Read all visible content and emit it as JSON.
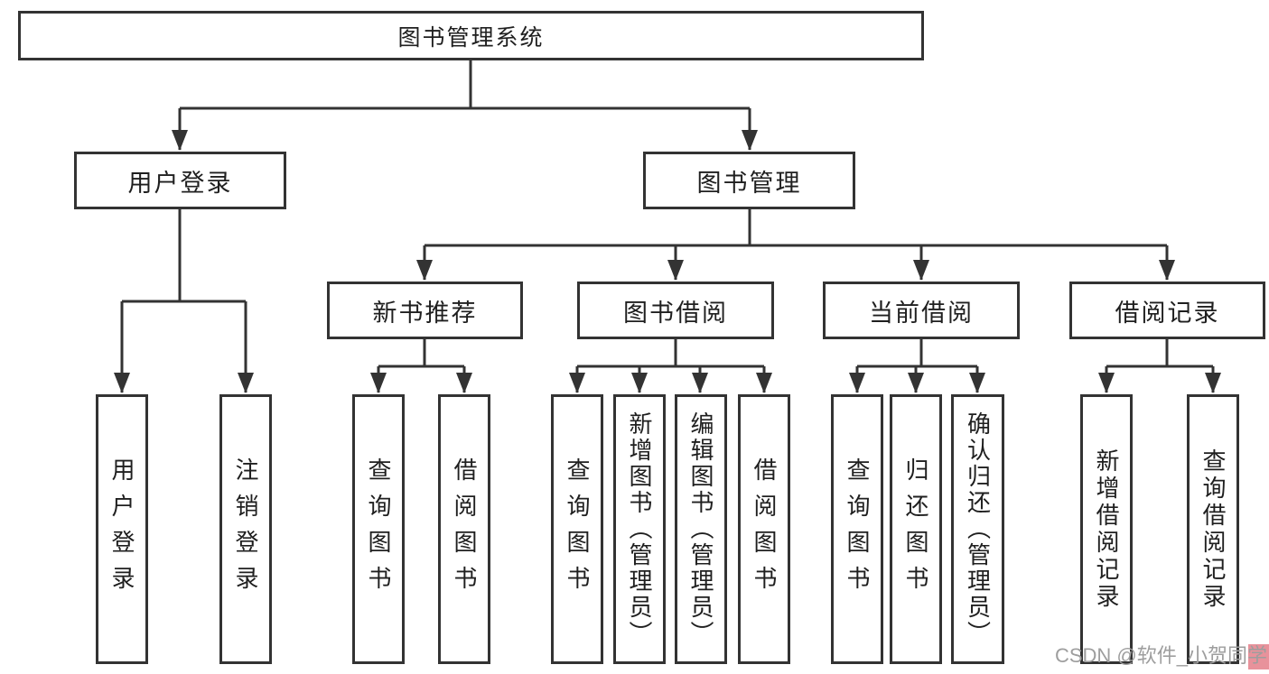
{
  "diagram": {
    "root": {
      "label": "图书管理系统"
    },
    "branches": [
      {
        "label": "用户登录",
        "children": [
          {
            "label": "用户登录"
          },
          {
            "label": "注销登录"
          }
        ]
      },
      {
        "label": "图书管理",
        "children": [
          {
            "label": "新书推荐",
            "children": [
              {
                "label": "查询图书"
              },
              {
                "label": "借阅图书"
              }
            ]
          },
          {
            "label": "图书借阅",
            "children": [
              {
                "label": "查询图书"
              },
              {
                "label": "新增图书（管理员）"
              },
              {
                "label": "编辑图书（管理员）"
              },
              {
                "label": "借阅图书"
              }
            ]
          },
          {
            "label": "当前借阅",
            "children": [
              {
                "label": "查询图书"
              },
              {
                "label": "归还图书"
              },
              {
                "label": "确认归还（管理员）"
              }
            ]
          },
          {
            "label": "借阅记录",
            "children": [
              {
                "label": "新增借阅记录"
              },
              {
                "label": "查询借阅记录"
              }
            ]
          }
        ]
      }
    ]
  },
  "watermark": {
    "text": "CSDN @软件_小贺同学"
  },
  "colors": {
    "line": "#333333",
    "text": "#1f1f1f",
    "background": "#ffffff",
    "watermark_text": "#9e9e9e",
    "watermark_accent": "#e8929b"
  }
}
